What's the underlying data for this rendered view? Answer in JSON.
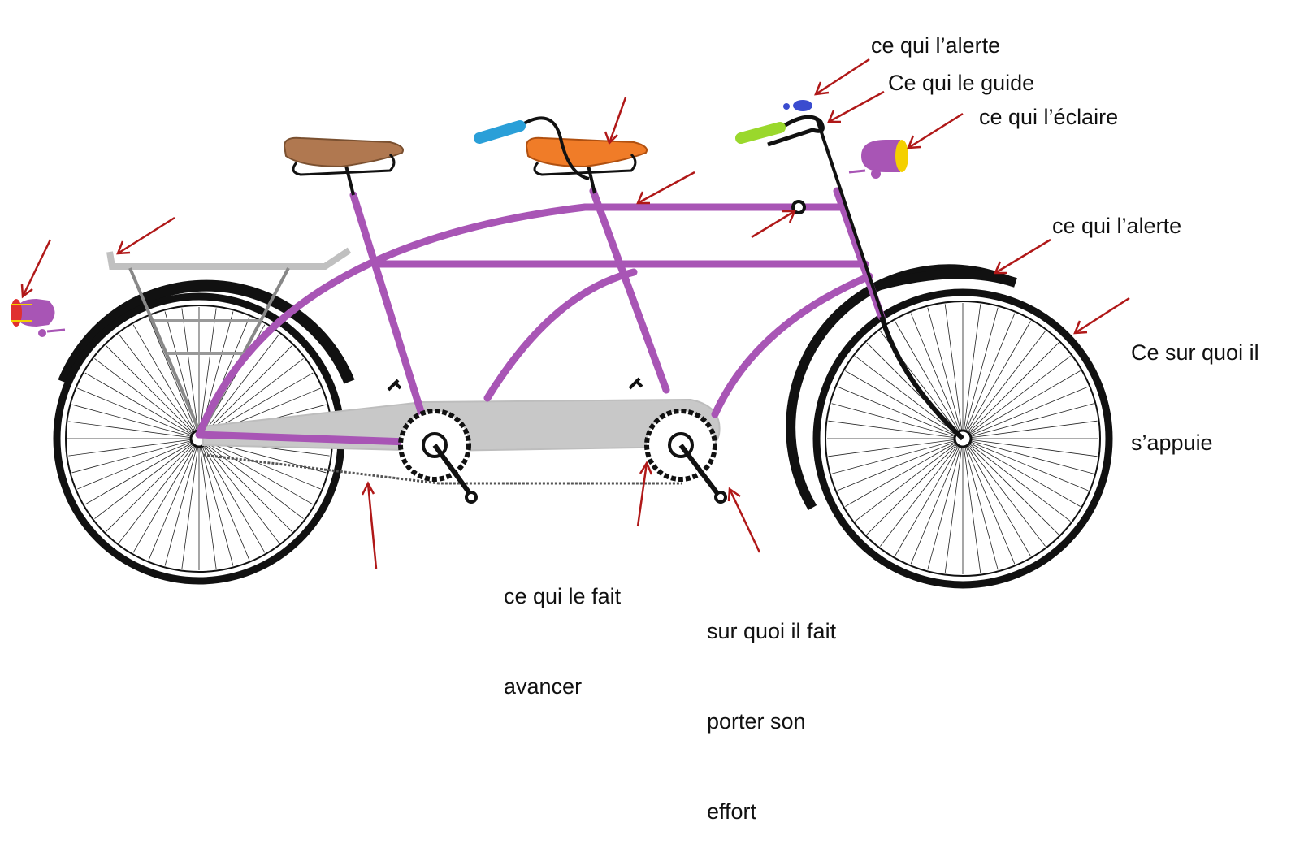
{
  "colors": {
    "frame": "#a855b5",
    "arrow": "#b01818",
    "chain_guard": "#c8c8c8",
    "rack": "#c8c8c8",
    "saddle_rear": "#b07850",
    "saddle_front": "#f07c28",
    "grip_blue": "#2a9fd8",
    "grip_green": "#9ad82c",
    "bell": "#3a4ccf",
    "lamp_body": "#a855b5",
    "lamp_lens": "#f4d000"
  },
  "labels": {
    "bell_top": "ce qui l’alerte",
    "handlebar": "Ce qui le guide",
    "lamp_front": "ce qui l’éclaire",
    "fender_alert": "ce qui l’alerte",
    "tire": [
      "Ce sur quoi il",
      "s’appuie"
    ],
    "chain": [
      "ce qui le fait",
      "avancer"
    ],
    "pedal": [
      "sur quoi il fait",
      "porter son",
      "effort"
    ]
  },
  "icons": {
    "bicycle": "tandem-bicycle-icon",
    "arrow": "arrow-icon",
    "lamp": "lamp-icon",
    "bell": "bell-icon"
  }
}
